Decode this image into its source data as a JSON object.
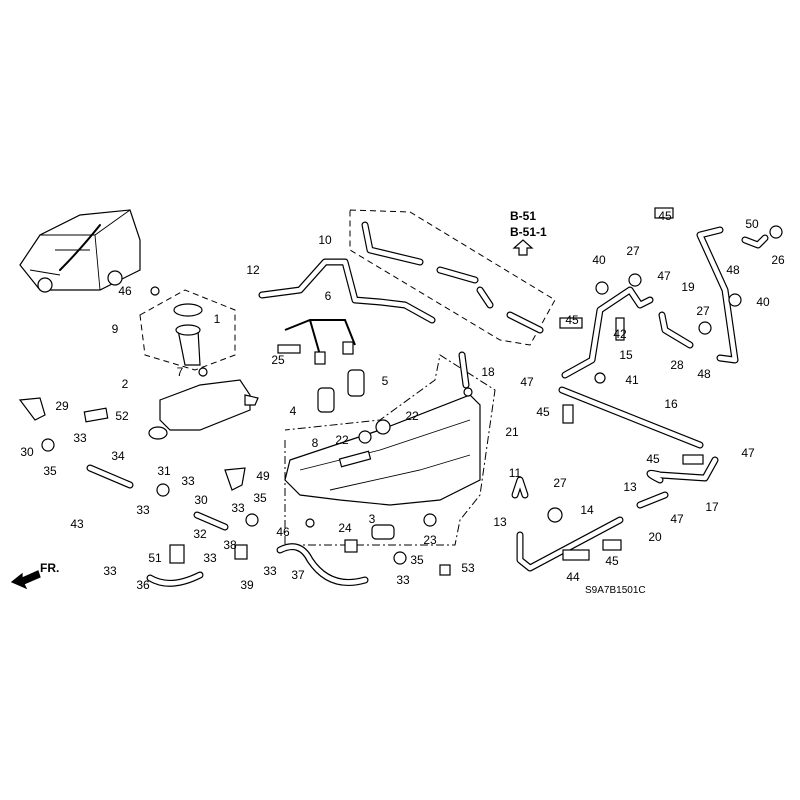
{
  "diagram": {
    "reference_labels": [
      "B-51",
      "B-51-1"
    ],
    "diagram_code": "S9A7B1501C",
    "front_indicator": "FR.",
    "callouts": [
      "1",
      "9",
      "7",
      "2",
      "46",
      "12",
      "10",
      "6",
      "25",
      "5",
      "4",
      "8",
      "22",
      "22",
      "18",
      "21",
      "29",
      "52",
      "30",
      "33",
      "35",
      "34",
      "43",
      "31",
      "33",
      "33",
      "49",
      "30",
      "33",
      "35",
      "32",
      "46",
      "24",
      "3",
      "38",
      "33",
      "51",
      "33",
      "36",
      "39",
      "33",
      "37",
      "35",
      "33",
      "53",
      "23",
      "11",
      "13",
      "27",
      "14",
      "44",
      "45",
      "13",
      "20",
      "47",
      "17",
      "45",
      "47",
      "16",
      "45",
      "47",
      "41",
      "15",
      "45",
      "42",
      "28",
      "48",
      "27",
      "40",
      "19",
      "47",
      "27",
      "40",
      "45",
      "48",
      "50",
      "26"
    ]
  }
}
